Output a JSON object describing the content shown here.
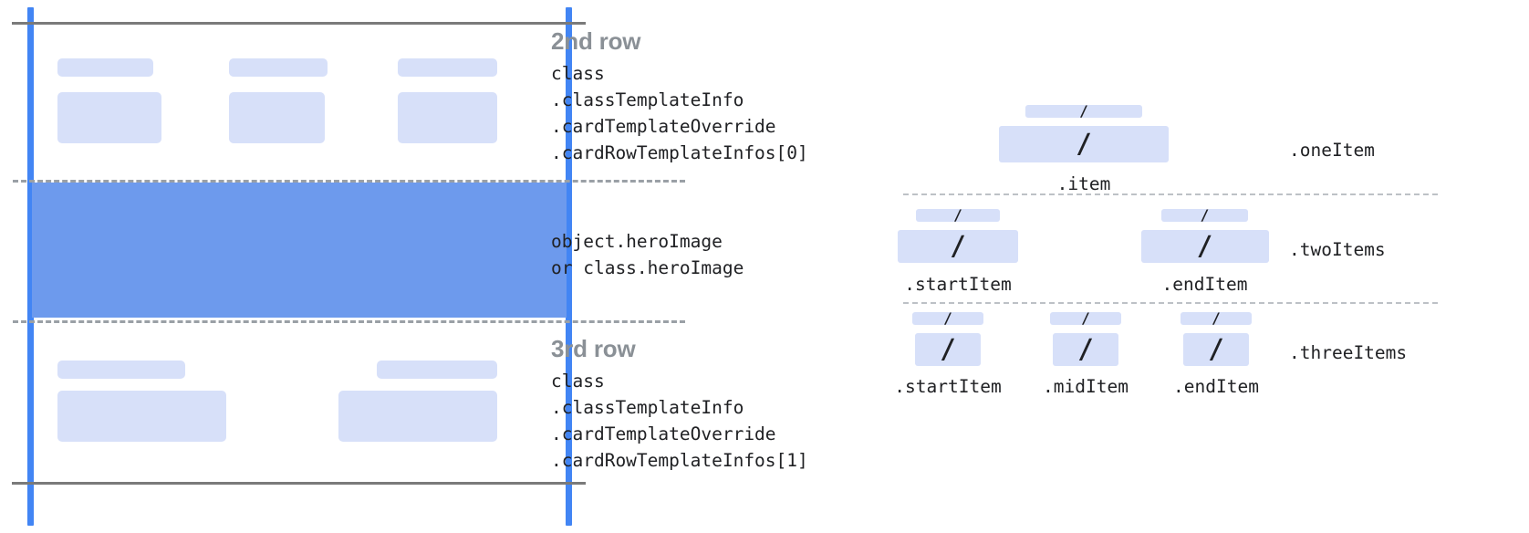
{
  "left_diagram": {
    "name": "card-template-rows-diagram",
    "rows": [
      {
        "id": "second-row",
        "title": "2nd row",
        "code_lines": [
          "class",
          ".classTemplateInfo",
          ".cardTemplateOverride",
          ".cardRowTemplateInfos[0]"
        ],
        "columns": 3
      },
      {
        "id": "hero-row",
        "title": "",
        "code_lines": [
          "object.heroImage",
          "or class.heroImage"
        ],
        "columns": 0
      },
      {
        "id": "third-row",
        "title": "3rd row",
        "code_lines": [
          "class",
          ".classTemplateInfo",
          ".cardTemplateOverride",
          ".cardRowTemplateInfos[1]"
        ],
        "columns": 2
      }
    ]
  },
  "right_diagram": {
    "name": "row-item-layouts-diagram",
    "glyph": "/",
    "groups": [
      {
        "id": "one-item",
        "group_label": ".oneItem",
        "slots": [
          {
            "label": ".item"
          }
        ]
      },
      {
        "id": "two-items",
        "group_label": ".twoItems",
        "slots": [
          {
            "label": ".startItem"
          },
          {
            "label": ".endItem"
          }
        ]
      },
      {
        "id": "three-items",
        "group_label": ".threeItems",
        "slots": [
          {
            "label": ".startItem"
          },
          {
            "label": ".midItem"
          },
          {
            "label": ".endItem"
          }
        ]
      }
    ]
  },
  "colors": {
    "accent_blue": "#4285F4",
    "hero_blue": "#6d9aed",
    "placeholder_blue": "#d7e0f9",
    "heading_gray": "#8a9096",
    "rule_gray": "#7a7a7a",
    "dash_gray": "#9aa0a6",
    "text_dark": "#202124"
  }
}
